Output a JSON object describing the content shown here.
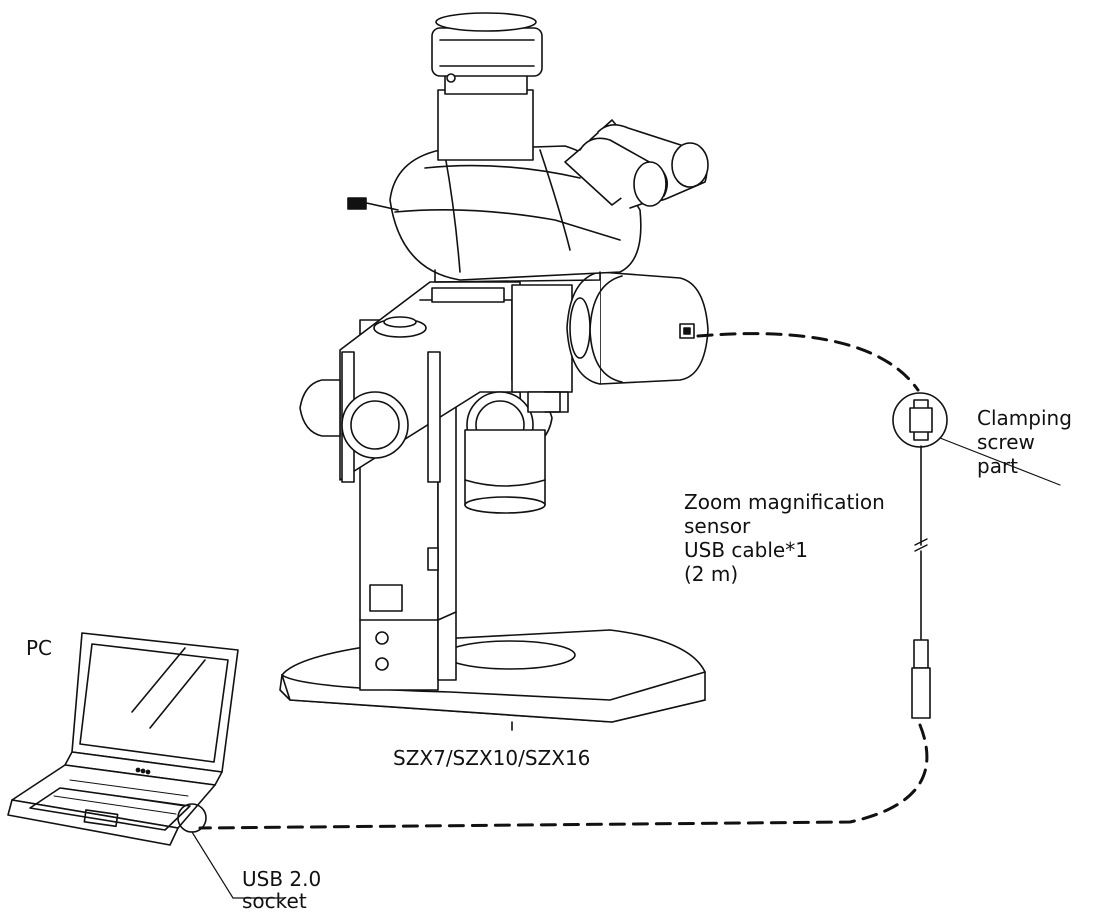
{
  "labels": {
    "pc": "PC",
    "microscope_model": "SZX7/SZX10/SZX16",
    "clamping": [
      "Clamping",
      "screw",
      "part"
    ],
    "cable": [
      "Zoom magnification",
      "sensor",
      "USB cable*1",
      "(2 m)"
    ],
    "usb_socket": [
      "USB 2.0",
      "socket"
    ]
  },
  "colors": {
    "line": "#111111",
    "background": "#ffffff"
  }
}
